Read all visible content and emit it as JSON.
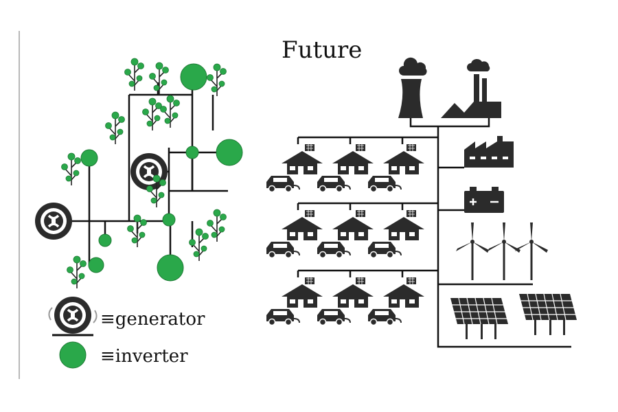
{
  "title": "Future",
  "legend": {
    "generator_label": "≡generator",
    "inverter_label": "≡inverter"
  },
  "colors": {
    "inverter": "#2aa84a",
    "ink": "#111111",
    "icon": "#2b2b2b"
  },
  "icons": {
    "generator": "generator-icon",
    "inverter": "inverter-circle",
    "power_plant": "cooling-tower-icon",
    "coal_plant": "coal-plant-icon",
    "factory": "factory-icon",
    "battery": "battery-icon",
    "wind": "wind-turbine-icon",
    "solar": "solar-panel-icon",
    "house": "house-with-solar-icon",
    "car": "electric-car-icon"
  }
}
